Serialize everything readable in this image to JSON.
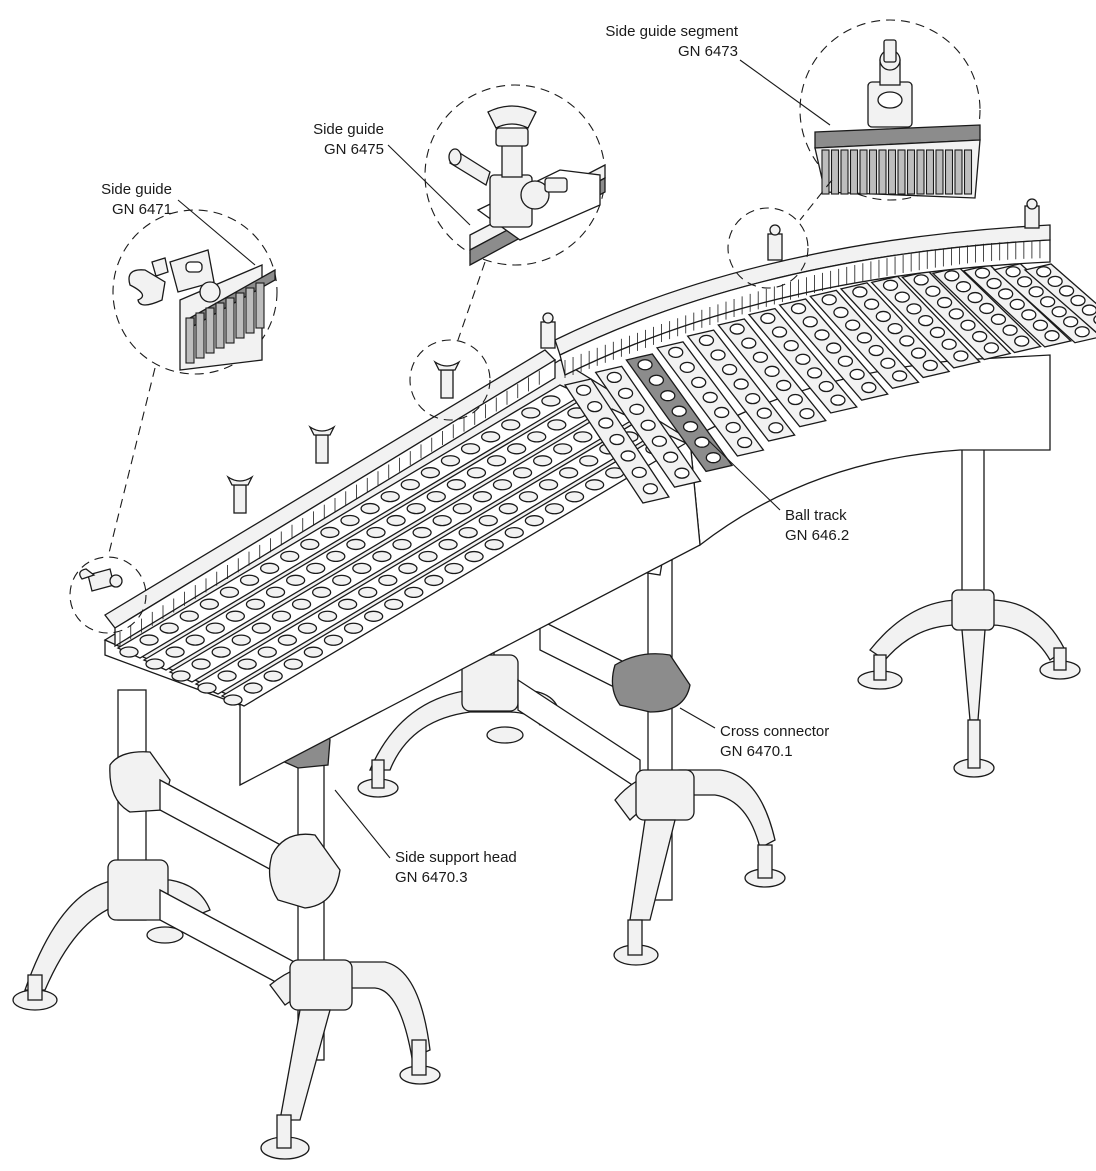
{
  "labels": {
    "side_guide_segment": {
      "name": "Side guide segment",
      "code": "GN 6473"
    },
    "side_guide_6475": {
      "name": "Side guide",
      "code": "GN 6475"
    },
    "side_guide_6471": {
      "name": "Side guide",
      "code": "GN 6471"
    },
    "ball_track": {
      "name": "Ball track",
      "code": "GN 646.2"
    },
    "cross_connector": {
      "name": "Cross connector",
      "code": "GN 6470.1"
    },
    "side_support_head": {
      "name": "Side support head",
      "code": "GN 6470.3"
    }
  },
  "colors": {
    "line": "#1a1a1a",
    "highlight": "#8c8c8c",
    "fill": "#f2f2f2"
  }
}
